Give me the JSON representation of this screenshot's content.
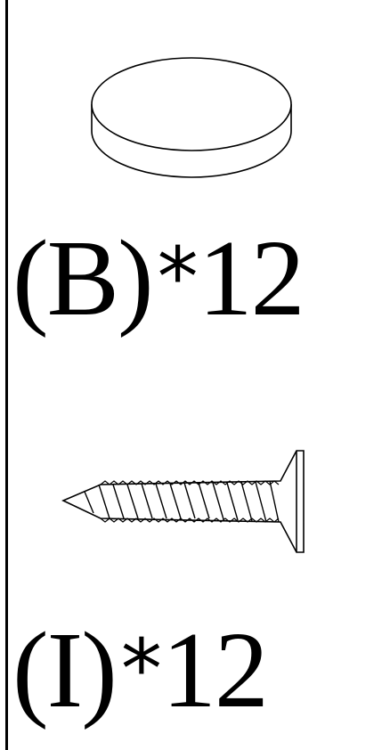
{
  "parts": [
    {
      "icon": "cap-disc-icon",
      "code": "(B)",
      "multiplier": "*",
      "count": "12"
    },
    {
      "icon": "countersunk-screw-icon",
      "code": "(I)",
      "multiplier": "*",
      "count": "12"
    }
  ],
  "colors": {
    "ink": "#000000",
    "background": "#ffffff"
  }
}
